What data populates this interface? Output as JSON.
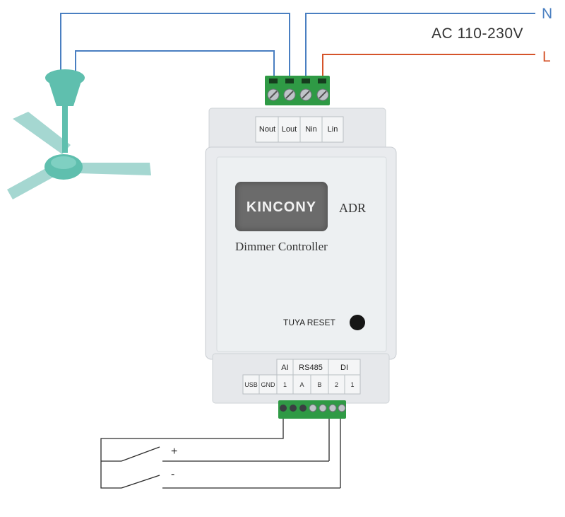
{
  "power": {
    "voltage_label": "AC 110-230V",
    "neutral": "N",
    "live": "L"
  },
  "device": {
    "brand": "KINCONY",
    "model": "ADR",
    "name": "Dimmer Controller",
    "reset_label": "TUYA RESET"
  },
  "top_terminals": [
    "Nout",
    "Lout",
    "Nin",
    "Lin"
  ],
  "bottom_terminals": {
    "groups": [
      "AI",
      "RS485",
      "DI"
    ],
    "pins": [
      "USB",
      "GND",
      "1",
      "A",
      "B",
      "2",
      "1"
    ]
  },
  "switches": {
    "plus": "+",
    "minus": "-"
  },
  "colors": {
    "neutral_wire": "#4a7fc1",
    "live_wire": "#d5542a",
    "fan": "#5fbfae",
    "terminal_block": "#2f9a45",
    "enclosure": "#e9ebee"
  }
}
